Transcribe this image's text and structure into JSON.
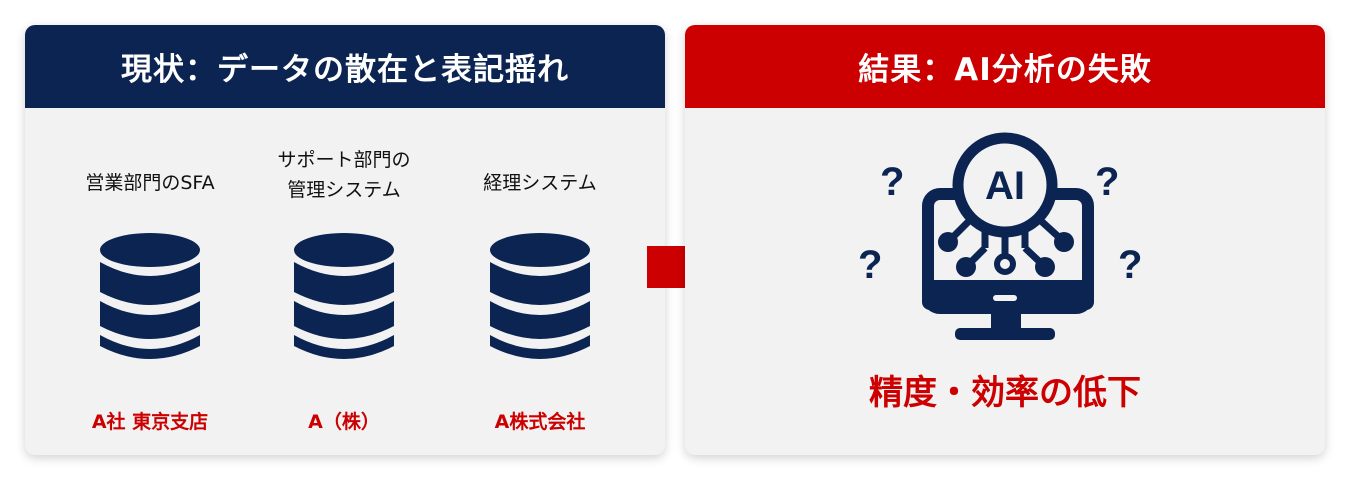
{
  "left_panel": {
    "title": "現状：データの散在と表記揺れ",
    "systems": [
      {
        "name": "営業部門のSFA",
        "company": "A社 東京支店"
      },
      {
        "name": "サポート部門の\n管理システム",
        "company": "A（株）"
      },
      {
        "name": "経理システム",
        "company": "A株式会社"
      }
    ]
  },
  "right_panel": {
    "title": "結果：AI分析の失敗",
    "icon_text": "AI",
    "result": "精度・効率の低下"
  },
  "colors": {
    "navy": "#0b2452",
    "red": "#cc0000",
    "panel": "#f2f2f2"
  }
}
